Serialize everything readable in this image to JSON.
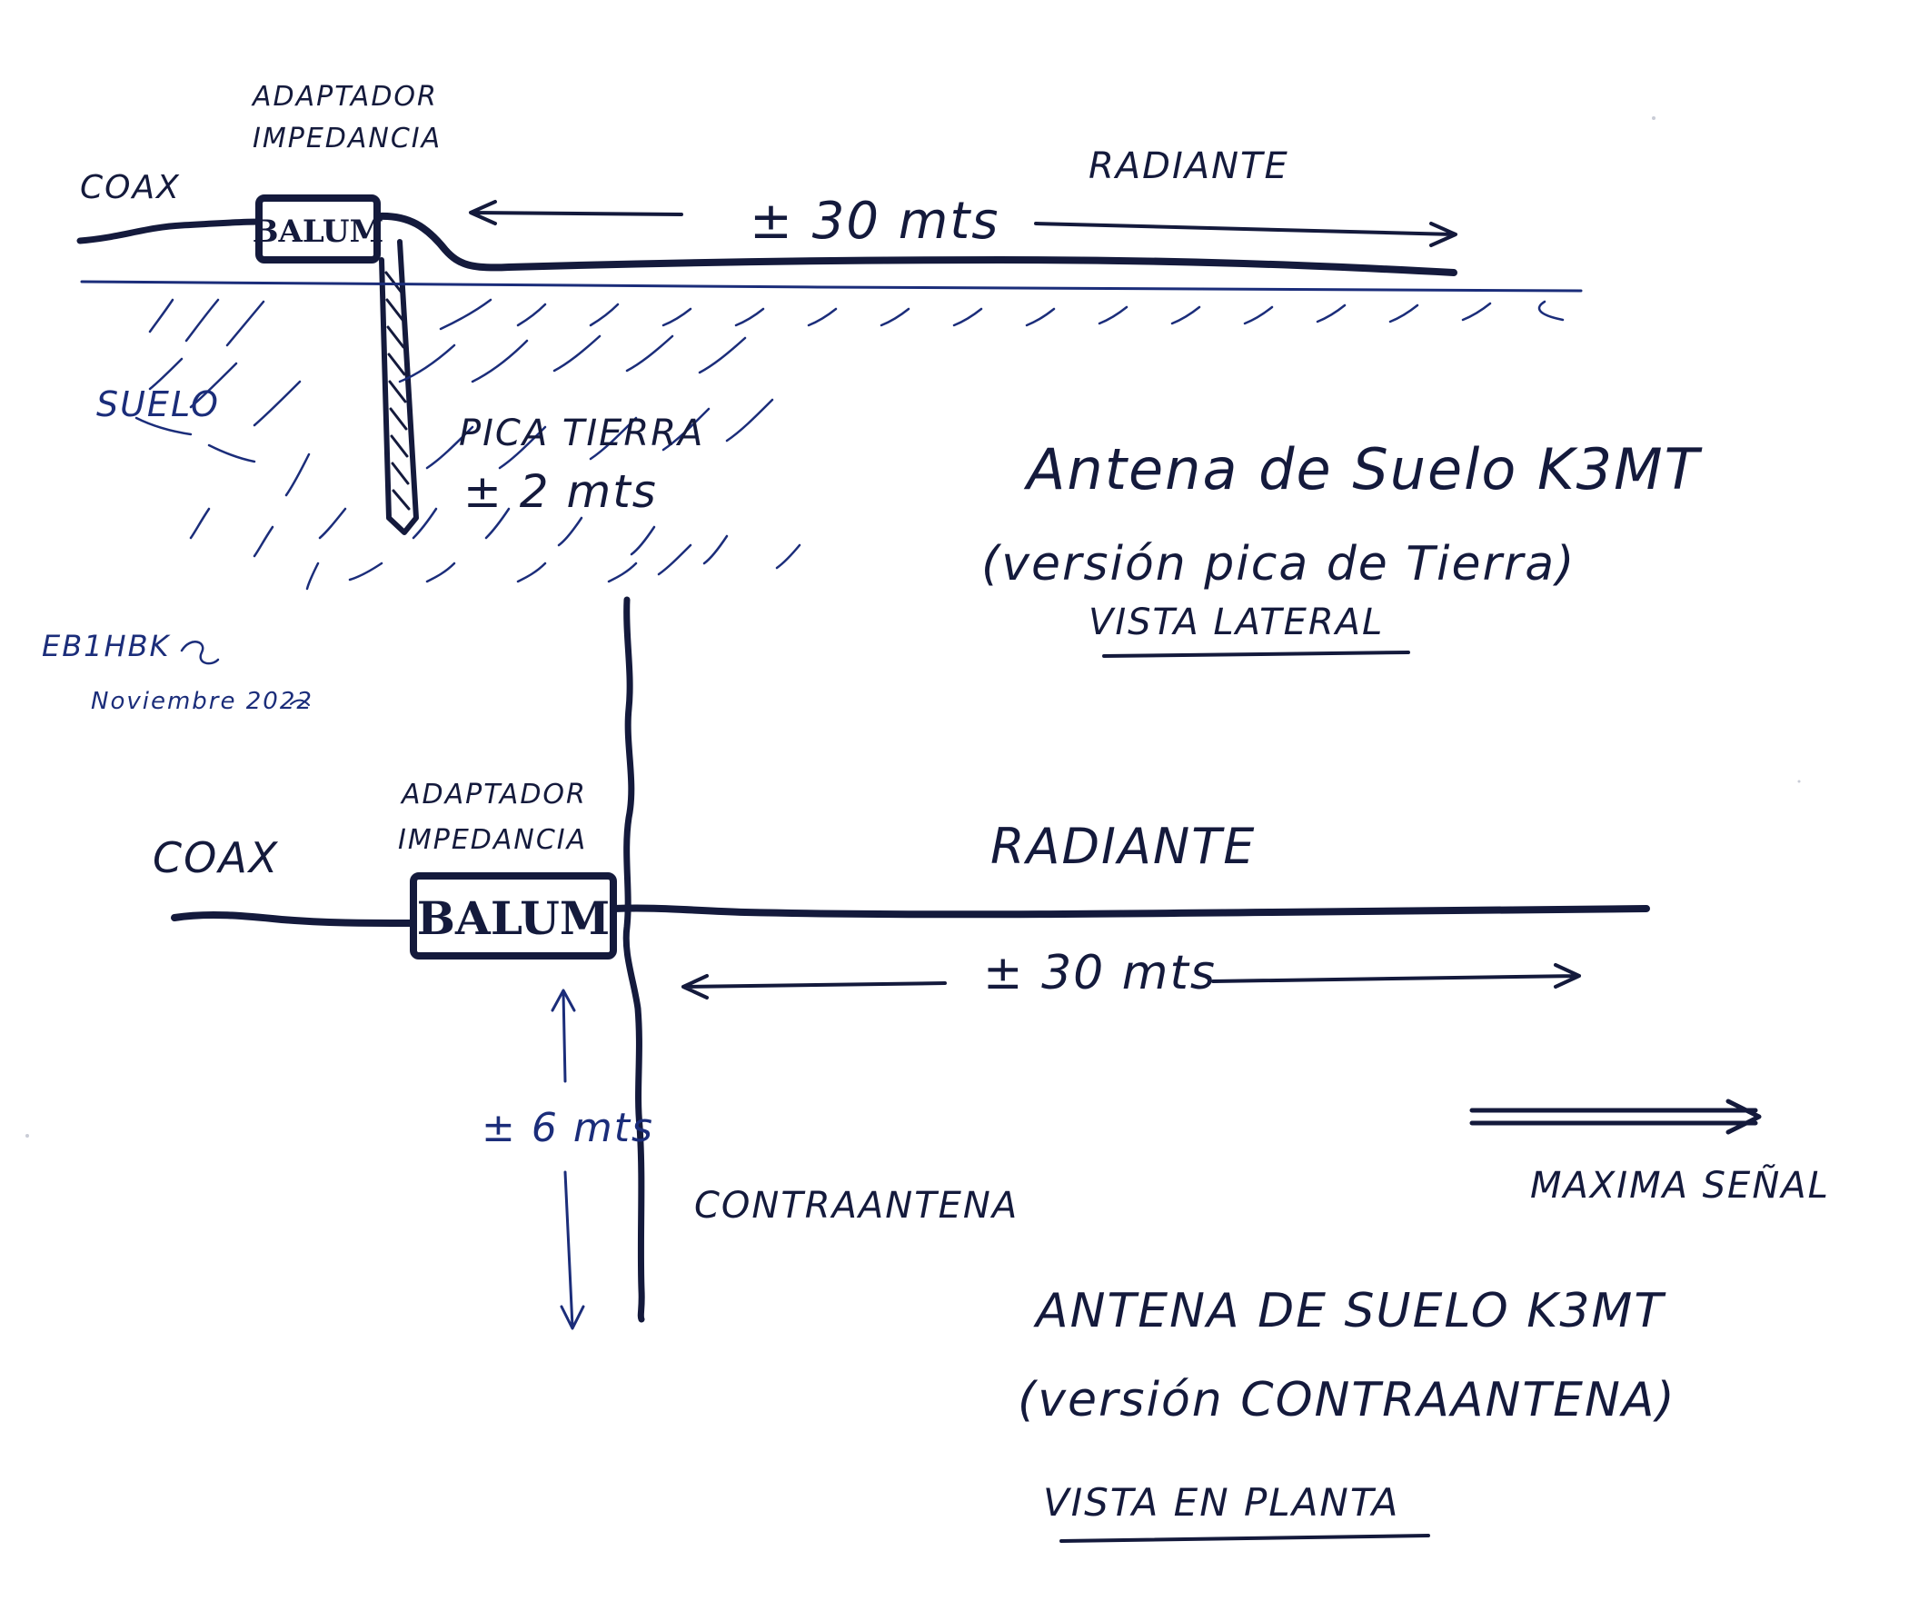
{
  "colors": {
    "ink": "#141a3c",
    "blue_ink": "#1b2d7a",
    "paper": "#ffffff"
  },
  "side_view": {
    "coax_label": "COAX",
    "adapter_label_1": "ADAPTADOR",
    "adapter_label_2": "IMPEDANCIA",
    "balum_label": "BALUM",
    "radiant_label": "RADIANTE",
    "length_label": "± 30 mts",
    "ground_label": "SUELO",
    "stake_label_1": "PICA TIERRA",
    "stake_label_2": "± 2 mts",
    "title_1": "Antena de Suelo K3MT",
    "title_2": "(versión pica de Tierra)",
    "title_3": "VISTA LATERAL"
  },
  "author": {
    "callsign": "EB1HBK",
    "date": "Noviembre 2022"
  },
  "plan_view": {
    "coax_label": "COAX",
    "adapter_label_1": "ADAPTADOR",
    "adapter_label_2": "IMPEDANCIA",
    "balum_label": "BALUM",
    "radiant_label": "RADIANTE",
    "length_label": "± 30 mts",
    "counterpoise_length_label": "± 6 mts",
    "counterpoise_label": "CONTRAANTENA",
    "max_signal_label": "MAXIMA SEÑAL",
    "title_1": "ANTENA DE SUELO K3MT",
    "title_2": "(versión CONTRAANTENA)",
    "title_3": "VISTA EN PLANTA"
  }
}
